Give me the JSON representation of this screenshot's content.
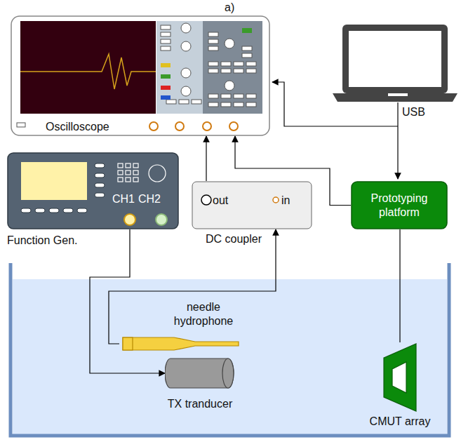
{
  "diagram": {
    "title": "a)",
    "nodes": [
      {
        "text": [
          "Oscilloscope"
        ]
      },
      {
        "text": [
          "Function Gen."
        ]
      },
      {
        "text": [
          "DC coupler"
        ]
      },
      {
        "text": [
          "Prototyping platform"
        ]
      },
      {
        "text": [
          "needle hydrophone"
        ]
      },
      {
        "text": [
          "TX tranducer"
        ]
      },
      {
        "text": [
          "CMUT array"
        ]
      }
    ],
    "edges": [
      {
        "from": 1,
        "to": 5,
        "arrow": "to"
      },
      {
        "from": 4,
        "to": 2,
        "arrow": "to"
      },
      {
        "from": 2,
        "to": 0,
        "arrow": "to"
      },
      {
        "from": 3,
        "to": 0,
        "arrow": "to"
      },
      {
        "from": 3,
        "to": 6,
        "arrow": "none"
      }
    ],
    "labels": [
      "CH1",
      "CH2",
      "out",
      "in",
      "USB"
    ]
  }
}
